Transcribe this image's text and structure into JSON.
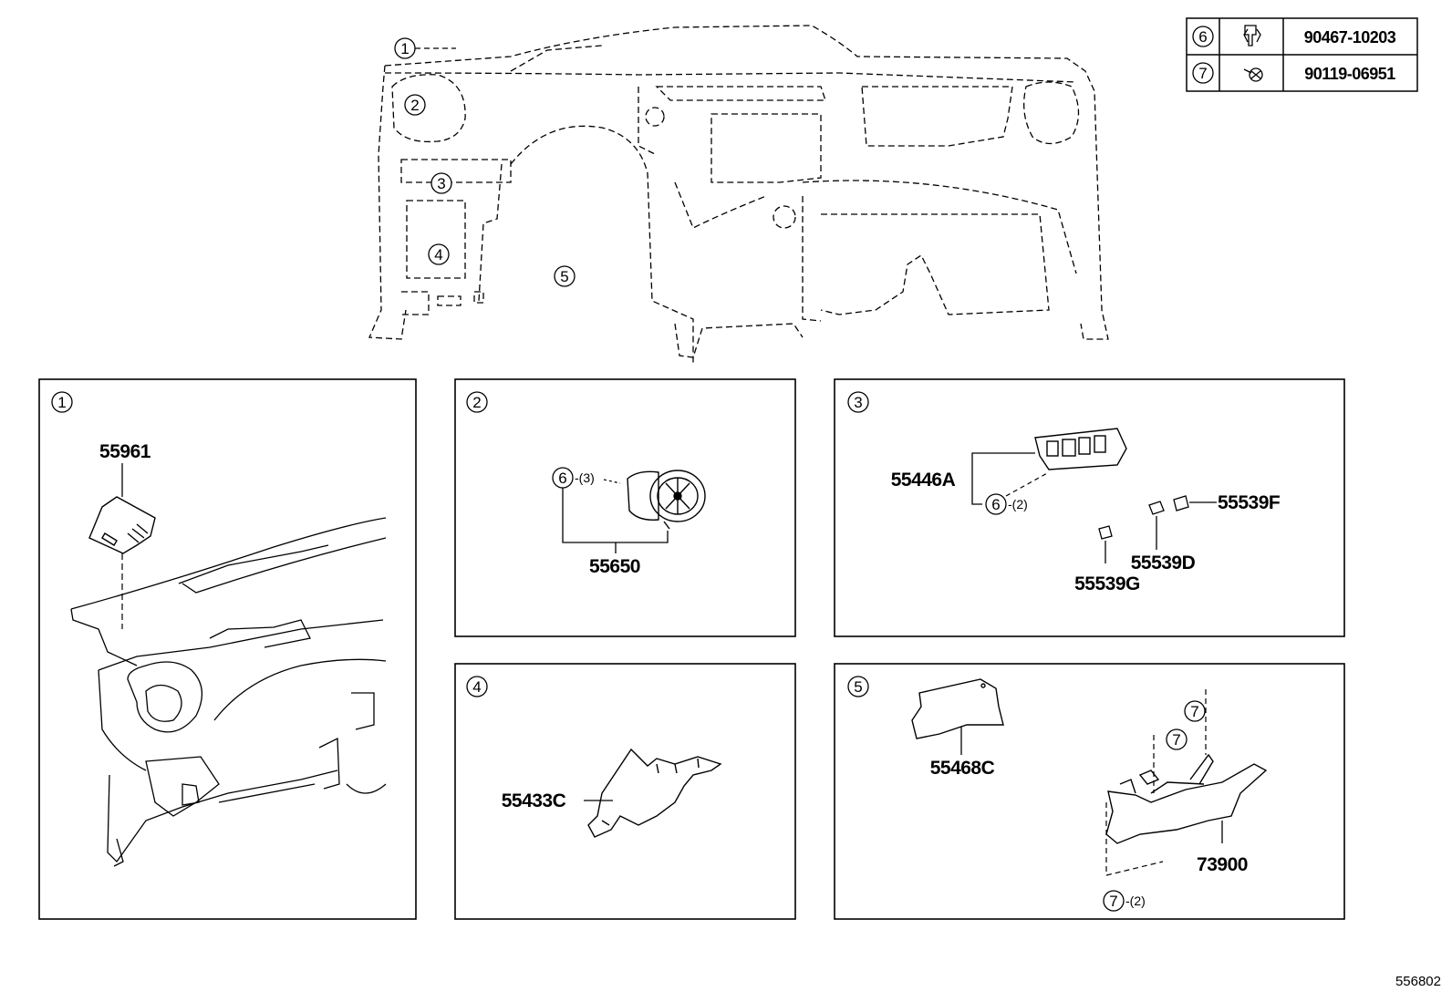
{
  "legend": [
    {
      "ref": "6",
      "part": "90467-10203",
      "icon": "clip-icon"
    },
    {
      "ref": "7",
      "part": "90119-06951",
      "icon": "screw-icon"
    }
  ],
  "overview": {
    "callouts": [
      "1",
      "2",
      "3",
      "4",
      "5"
    ]
  },
  "panels": [
    {
      "ref": "1",
      "parts": {
        "a": "55961"
      }
    },
    {
      "ref": "2",
      "parts": {
        "a": "55650",
        "clip_ref": "6",
        "clip_qty": "-(3)"
      }
    },
    {
      "ref": "3",
      "parts": {
        "a": "55446A",
        "b": "55539F",
        "c": "55539D",
        "d": "55539G",
        "clip_ref": "6",
        "clip_qty": "-(2)"
      }
    },
    {
      "ref": "4",
      "parts": {
        "a": "55433C"
      }
    },
    {
      "ref": "5",
      "parts": {
        "a": "55468C",
        "b": "73900",
        "screw_ref": "7",
        "screw_qty": "-(2)"
      }
    }
  ],
  "figure_id": "556802"
}
